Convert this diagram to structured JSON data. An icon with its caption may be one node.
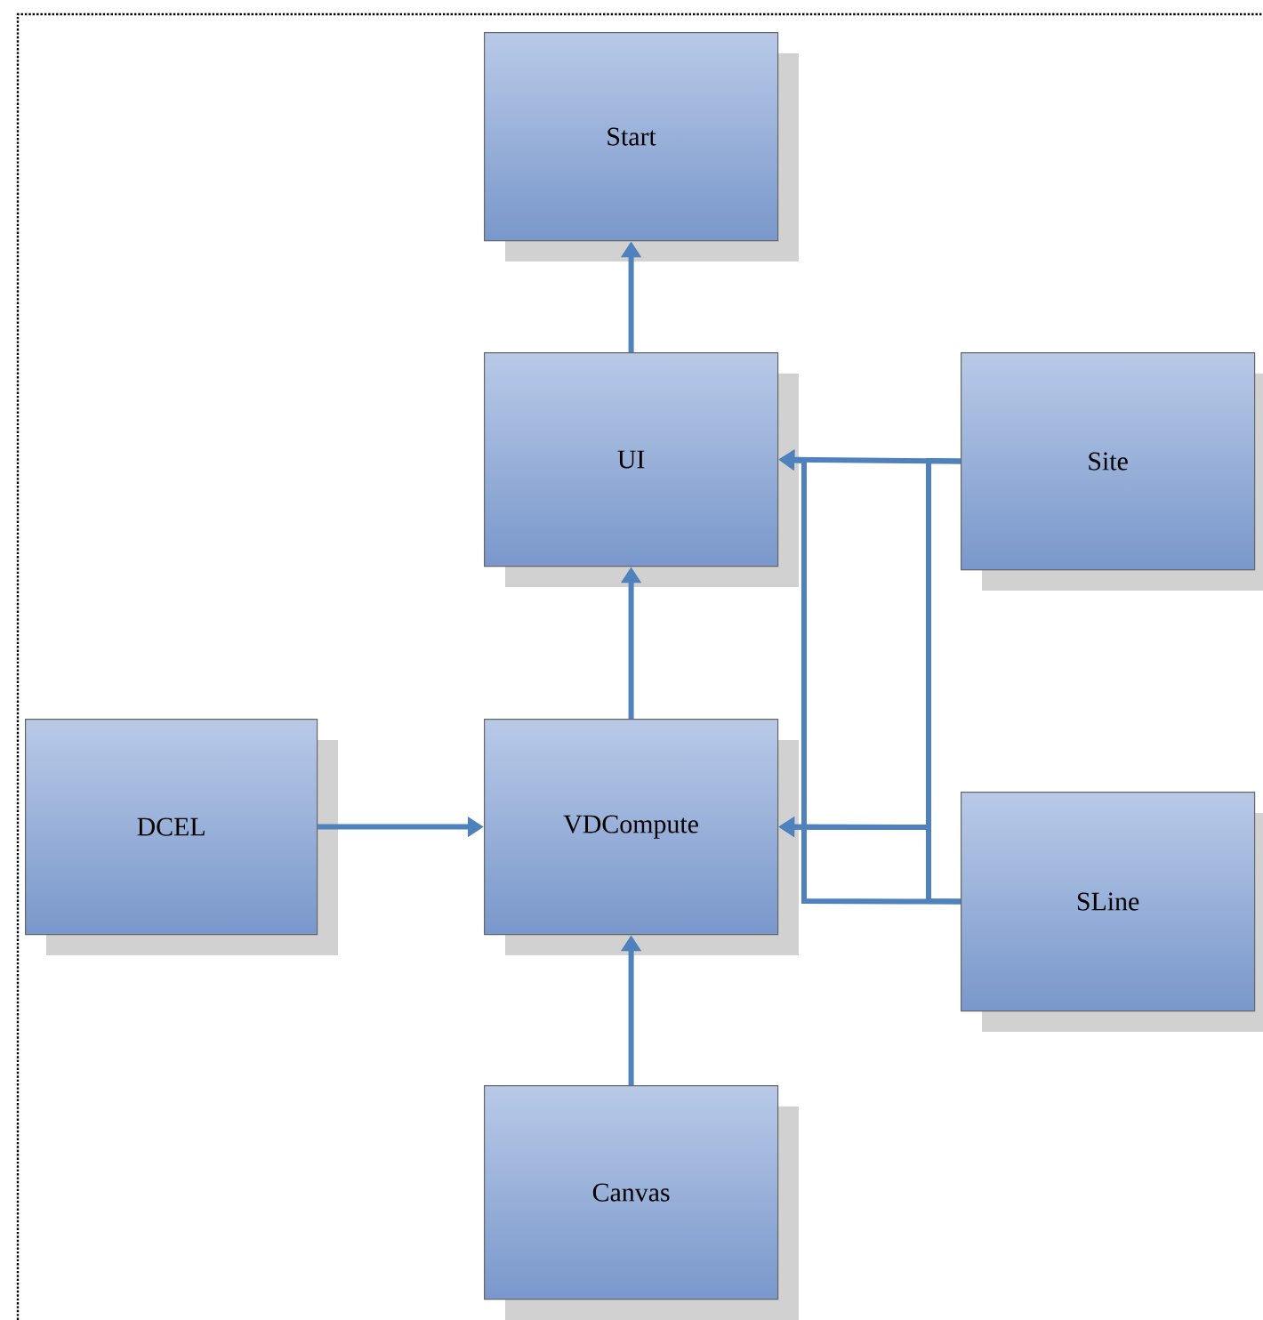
{
  "diagram": {
    "nodes": [
      {
        "text": [
          "Start"
        ]
      },
      {
        "text": [
          "UI"
        ]
      },
      {
        "text": [
          "Site"
        ]
      },
      {
        "text": [
          "DCEL"
        ]
      },
      {
        "text": [
          "VDCompute"
        ]
      },
      {
        "text": [
          "SLine"
        ]
      },
      {
        "text": [
          "Canvas"
        ]
      }
    ],
    "edges": [
      {
        "from": 1,
        "to": 0,
        "arrow": "to"
      },
      {
        "from": 4,
        "to": 1,
        "arrow": "to"
      },
      {
        "from": 3,
        "to": 4,
        "arrow": "to"
      },
      {
        "from": 6,
        "to": 4,
        "arrow": "to"
      },
      {
        "from": 2,
        "to": 1,
        "arrow": "to"
      },
      {
        "from": 2,
        "to": 4,
        "arrow": "to"
      },
      {
        "from": 5,
        "to": 1,
        "arrow": "to"
      },
      {
        "from": 5,
        "to": 4,
        "arrow": "to"
      }
    ]
  }
}
